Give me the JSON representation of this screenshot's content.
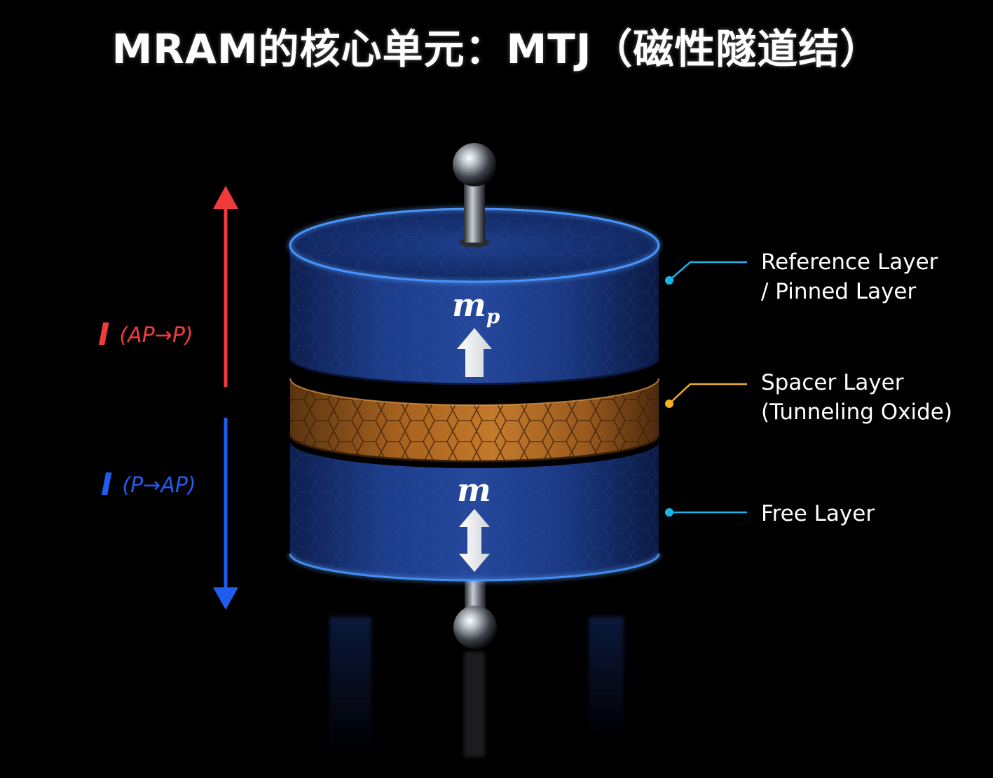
{
  "title": "MRAM的核心单元：MTJ（磁性隧道结）",
  "labels": {
    "reference_line1": "Reference Layer",
    "reference_line2": "/ Pinned Layer",
    "spacer_line1": "Spacer Layer",
    "spacer_line2": "(Tunneling Oxide)",
    "free": "Free Layer"
  },
  "currents": {
    "up_symbol": "I",
    "up_text": "(AP→P)",
    "down_symbol": "I",
    "down_text": "(P→AP)"
  },
  "moments": {
    "pinned_base": "m",
    "pinned_sub": "p",
    "free": "m"
  },
  "colors": {
    "background": "#000000",
    "layer_blue": "#1c3a85",
    "spacer_bronze": "#b06a22",
    "current_up": "#f13b3b",
    "current_down": "#1f5cf0",
    "leader_cyan": "#18b4e8",
    "leader_gold": "#f0b020"
  },
  "icons": {
    "top_electrode": "metal-ball-terminal",
    "bottom_electrode": "metal-ball-terminal",
    "pinned_arrow": "up-arrow",
    "free_arrow": "double-vertical-arrow"
  }
}
